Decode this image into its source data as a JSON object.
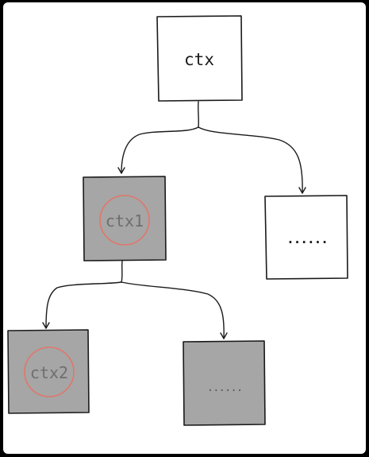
{
  "nodes": {
    "root": {
      "label": "ctx"
    },
    "ctx1": {
      "label": "ctx1"
    },
    "right_placeholder": {
      "label": "......"
    },
    "ctx2": {
      "label": "ctx2"
    },
    "bottom_placeholder": {
      "label": "......"
    }
  },
  "colors": {
    "frame": "#000000",
    "canvas": "#ffffff",
    "stroke": "#1a1a1a",
    "shaded_fill": "#a6a6a6",
    "circle": "#e0766a",
    "shaded_text": "#6e6e6e"
  }
}
